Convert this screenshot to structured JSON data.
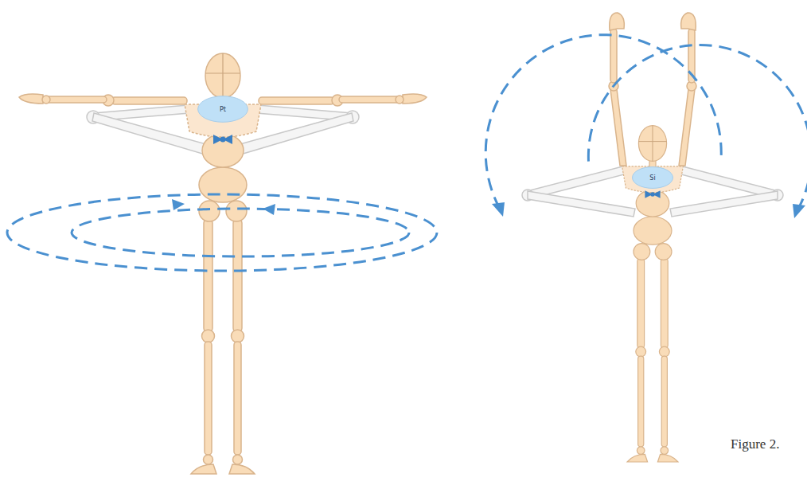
{
  "diagram": {
    "caption": "Figure 2.",
    "nodes": [
      {
        "text": [
          "Pt"
        ]
      },
      {
        "text": [
          "Si"
        ]
      }
    ]
  }
}
